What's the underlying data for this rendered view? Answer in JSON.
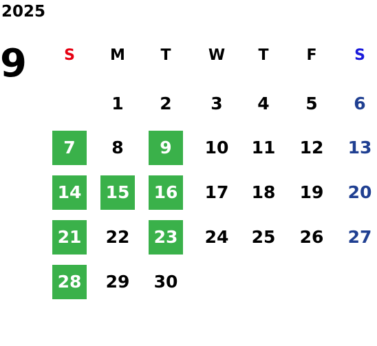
{
  "calendar": {
    "year": "2025",
    "month": "9",
    "weekday_headers": [
      "S",
      "M",
      "T",
      "W",
      "T",
      "F",
      "S"
    ],
    "first_weekday_index": 1,
    "days": [
      "1",
      "2",
      "3",
      "4",
      "5",
      "6",
      "7",
      "8",
      "9",
      "10",
      "11",
      "12",
      "13",
      "14",
      "15",
      "16",
      "17",
      "18",
      "19",
      "20",
      "21",
      "22",
      "23",
      "24",
      "25",
      "26",
      "27",
      "28",
      "29",
      "30"
    ],
    "highlighted_days": [
      "7",
      "9",
      "14",
      "15",
      "16",
      "21",
      "23",
      "28"
    ]
  },
  "colors": {
    "text": "#000000",
    "sunday_header": "#e60012",
    "saturday_header": "#1a1adb",
    "saturday_day": "#1f3f91",
    "highlight": "#3ab14a",
    "highlight_text": "#ffffff"
  }
}
